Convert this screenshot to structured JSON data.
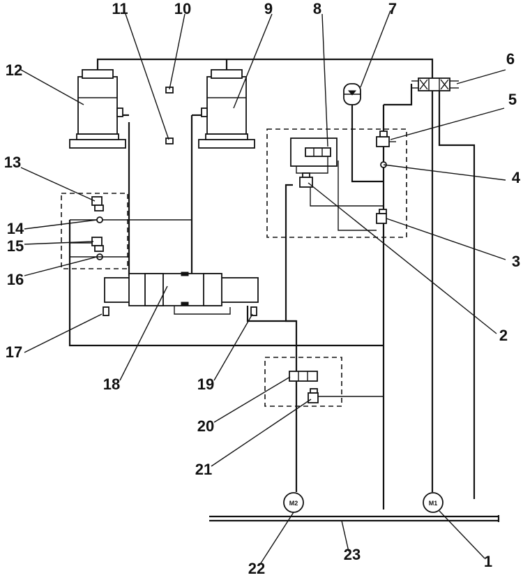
{
  "labels": {
    "l1": "1",
    "l2": "2",
    "l3": "3",
    "l4": "4",
    "l5": "5",
    "l6": "6",
    "l7": "7",
    "l8": "8",
    "l9": "9",
    "l10": "10",
    "l11": "11",
    "l12": "12",
    "l13": "13",
    "l14": "14",
    "l15": "15",
    "l16": "16",
    "l17": "17",
    "l18": "18",
    "l19": "19",
    "l20": "20",
    "l21": "21",
    "l22": "22",
    "l23": "23"
  },
  "motors": {
    "m1": "M1",
    "m2": "M2"
  }
}
